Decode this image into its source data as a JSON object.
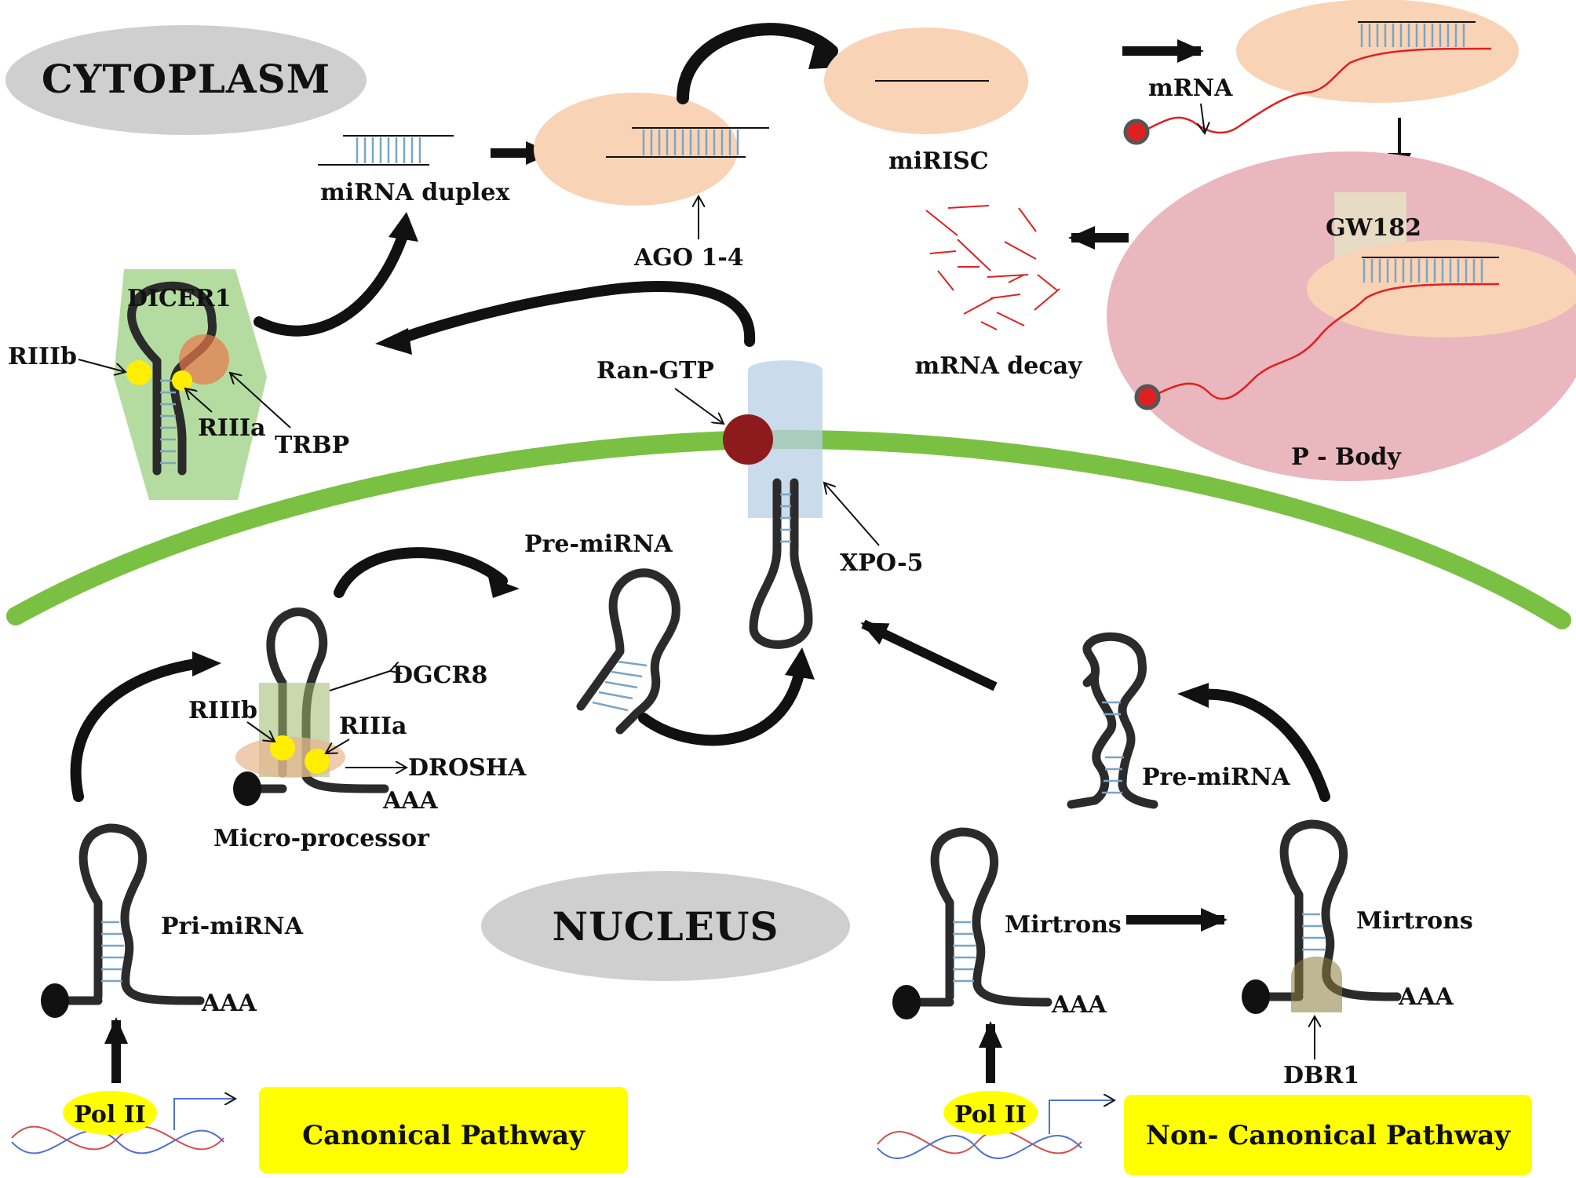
{
  "regions": {
    "cytoplasm": "CYTOPLASM",
    "nucleus": "NUCLEUS"
  },
  "labels": {
    "mirna_duplex": "miRNA duplex",
    "ago": "AGO 1-4",
    "mirisc": "miRISC",
    "mrna": "mRNA",
    "gw182": "GW182",
    "mrna_decay": "mRNA decay",
    "p_body": "P - Body",
    "dicer1": "DICER1",
    "riiib_dicer": "RIIIb",
    "riiia_dicer": "RIIIa",
    "trbp": "TRBP",
    "ran_gtp": "Ran-GTP",
    "xpo5": "XPO-5",
    "pre_mirna_top": "Pre-miRNA",
    "dgcr8": "DGCR8",
    "riiib_mp": "RIIIb",
    "riiia_mp": "RIIIa",
    "drosha": "DROSHA",
    "aaa_mp": "AAA",
    "microprocessor": "Micro-processor",
    "pri_mirna": "Pri-miRNA",
    "aaa_pri": "AAA",
    "mirtrons_1": "Mirtrons",
    "aaa_mirtron_1": "AAA",
    "mirtrons_2": "Mirtrons",
    "aaa_mirtron_2": "AAA",
    "dbr1": "DBR1",
    "pre_mirna_right": "Pre-miRNA"
  },
  "promoters": {
    "left": "Pol II",
    "right": "Pol II"
  },
  "pathways": {
    "canonical": "Canonical Pathway",
    "non_canonical": "Non- Canonical Pathway"
  },
  "colors": {
    "cytoplasm_ellipse": "#cfcfcf",
    "risc_ellipse": "#f9d3b5",
    "p_body": "#e9b7bd",
    "membrane": "#7ac143",
    "dicer_hexagon": "#b5dca0",
    "xpo5_tube": "#b8cfe6",
    "ran_gtp": "#8e1b1b",
    "rnase_domain": "#ffee00",
    "pathway_box": "#ffff00",
    "mrna_strand": "#e02020"
  }
}
